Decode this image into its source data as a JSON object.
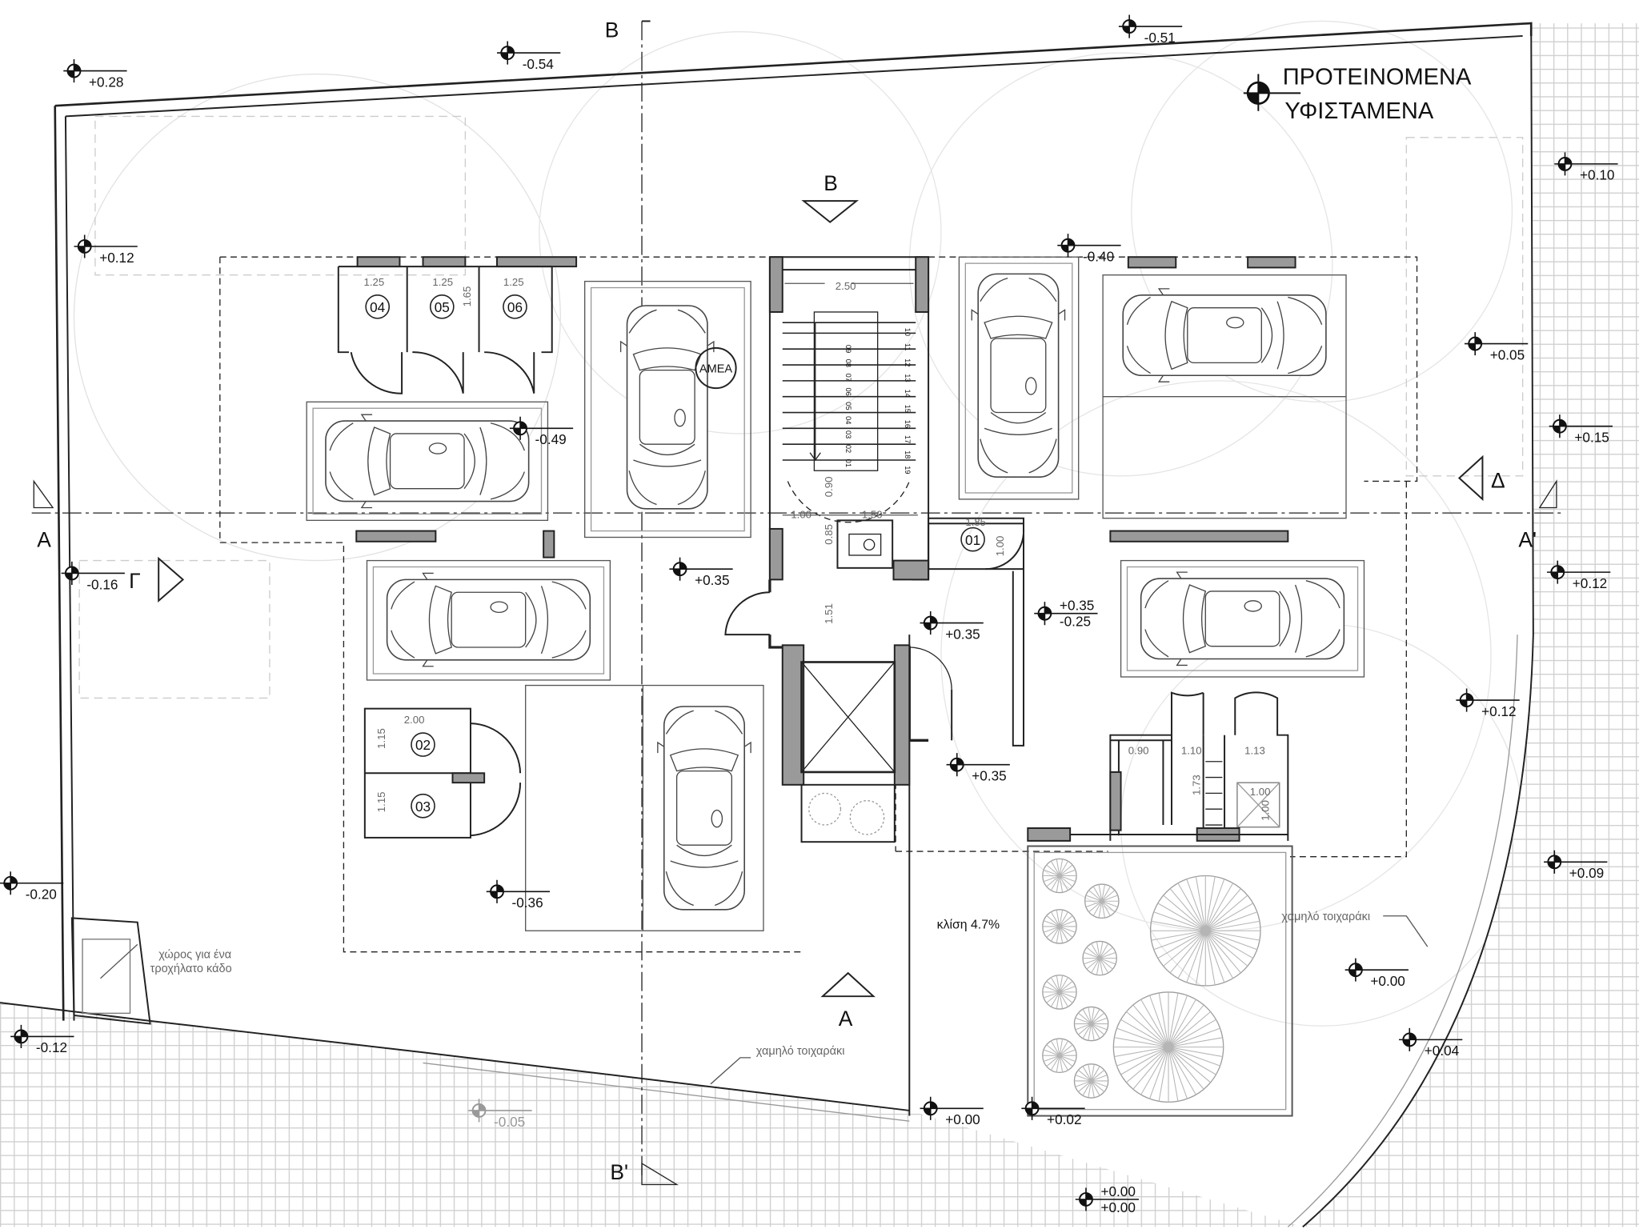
{
  "legend": {
    "proposed": "ΠΡΟΤΕΙΝΟΜΕΝΑ",
    "existing": "ΥΦΙΣΤΑΜΕΝΑ"
  },
  "sections": {
    "b_top": "B",
    "b_arrow": "B",
    "b_bottom": "B'",
    "a_arrow": "A",
    "a_left": "A",
    "a_right": "A'",
    "gamma": "Γ",
    "delta": "Δ"
  },
  "elevations": [
    {
      "value": "+0.28",
      "kind": "proposed"
    },
    {
      "value": "-0.54",
      "kind": "proposed"
    },
    {
      "value": "-0.51",
      "kind": "proposed"
    },
    {
      "value": "+0.12",
      "kind": "proposed"
    },
    {
      "value": "+0.10",
      "kind": "proposed"
    },
    {
      "value": "-0.40",
      "kind": "proposed"
    },
    {
      "value": "+0.05",
      "kind": "proposed"
    },
    {
      "value": "-0.49",
      "kind": "proposed"
    },
    {
      "value": "+0.15",
      "kind": "proposed"
    },
    {
      "value": "-0.16",
      "kind": "proposed"
    },
    {
      "value": "+0.12",
      "kind": "proposed"
    },
    {
      "value": "+0.35",
      "kind": "proposed"
    },
    {
      "value": "+0.35",
      "kind": "proposed"
    },
    {
      "value": "+0.35",
      "value2": "-0.25",
      "kind": "proposed"
    },
    {
      "value": "+0.12",
      "kind": "proposed"
    },
    {
      "value": "+0.35",
      "kind": "proposed"
    },
    {
      "value": "-0.20",
      "kind": "proposed"
    },
    {
      "value": "+0.09",
      "kind": "proposed"
    },
    {
      "value": "-0.36",
      "kind": "proposed"
    },
    {
      "value": "+0.00",
      "kind": "proposed"
    },
    {
      "value": "-0.12",
      "kind": "proposed"
    },
    {
      "value": "+0.04",
      "kind": "proposed"
    },
    {
      "value": "+0.00",
      "kind": "proposed"
    },
    {
      "value": "+0.02",
      "kind": "proposed"
    },
    {
      "value": "-0.05",
      "kind": "existing"
    },
    {
      "value": "+0.00",
      "value2": "+0.00",
      "kind": "proposed"
    }
  ],
  "rooms": {
    "r01": "01",
    "r02": "02",
    "r03": "03",
    "r04": "04",
    "r05": "05",
    "r06": "06"
  },
  "dimensions": {
    "stor_w1": "1.25",
    "stor_w2": "1.25",
    "stor_w3": "1.25",
    "stor_h": "1.65",
    "stair_w": "2.50",
    "landing_a": "1.00",
    "landing_b": "1.50",
    "d090": "0.90",
    "d085": "0.85",
    "d151": "1.51",
    "r01_w": "1.85",
    "r01_h": "1.00",
    "r02_w": "2.00",
    "r02_h": "1.15",
    "r03_h": "1.15",
    "wc_a": "0.90",
    "wc_b": "1.10",
    "wc_c": "1.13",
    "wc_h": "1.73",
    "shower_w": "1.00",
    "shower_h": "1.00"
  },
  "stair_steps": {
    "left": [
      "09",
      "08",
      "07",
      "06",
      "05",
      "04",
      "03",
      "02",
      "01"
    ],
    "right": [
      "10",
      "11",
      "12",
      "13",
      "14",
      "15",
      "16",
      "17",
      "18",
      "19"
    ]
  },
  "labels": {
    "amea": "ΑΜΕΑ",
    "bin_line1": "χώρος για ένα",
    "bin_line2": "τροχήλατο κάδο",
    "slope": "κλίση 4.7%",
    "low_wall_bottom": "χαμηλό τοιχαράκι",
    "low_wall_right": "χαμηλό τοιχαράκι"
  },
  "colors": {
    "line": "#222222",
    "wall_fill": "#9a9a9a",
    "hatch": "#cfcfcf",
    "plant": "#9e9e9e"
  }
}
